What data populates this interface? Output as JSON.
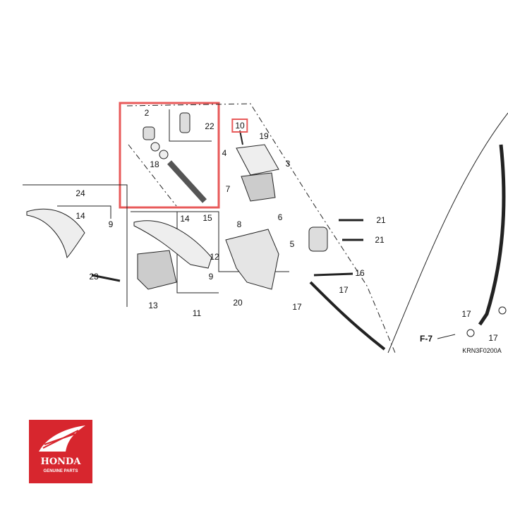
{
  "diagram": {
    "callouts": [
      "2",
      "22",
      "10",
      "19",
      "4",
      "3",
      "7",
      "18",
      "24",
      "14",
      "9",
      "14",
      "15",
      "8",
      "6",
      "21",
      "21",
      "5",
      "12",
      "23",
      "9",
      "16",
      "17",
      "13",
      "11",
      "20",
      "17",
      "17",
      "17"
    ],
    "reference": "F-7",
    "code": "KRN3F0200A"
  },
  "logo": {
    "brand": "HONDA",
    "subtitle": "GENUINE PARTS",
    "color": "#d7262e"
  },
  "highlight_color": "#e85a5a"
}
